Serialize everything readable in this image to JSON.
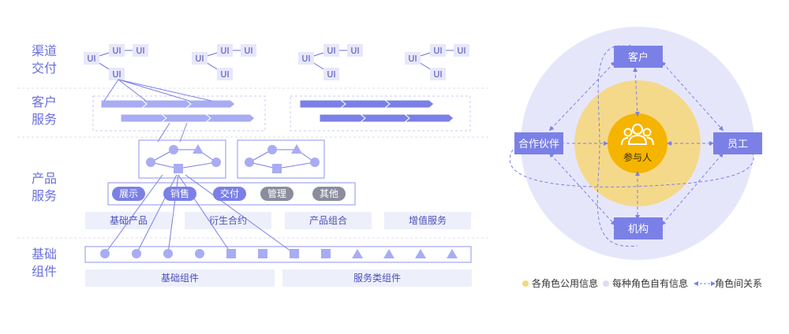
{
  "layers": {
    "channel": [
      "渠道",
      "交付"
    ],
    "customer": [
      "客户",
      "服务"
    ],
    "product": [
      "产品",
      "服务"
    ],
    "base": [
      "基础",
      "组件"
    ]
  },
  "ui_label": "UI",
  "product_tags": [
    "展示",
    "销售",
    "交付",
    "管理",
    "其他"
  ],
  "product_categories": [
    "基础产品",
    "衍生合约",
    "产品组合",
    "增值服务"
  ],
  "base_groups": [
    "基础组件",
    "服务类组件"
  ],
  "roles": {
    "center": "参与人",
    "top": "客户",
    "left": "合作伙伴",
    "right": "员工",
    "bottom": "机构"
  },
  "legend": {
    "public": "各角色公用信息",
    "private": "每种角色自有信息",
    "relation": "角色间关系"
  },
  "colors": {
    "accent": "#7b80e6",
    "accent_light": "#a8acf3",
    "lavender": "#e7e7fb",
    "circle_bg": "#e4e4fa",
    "gold": "#f6d77e",
    "gold_dark": "#f5b400",
    "label_text": "#6b70de"
  }
}
